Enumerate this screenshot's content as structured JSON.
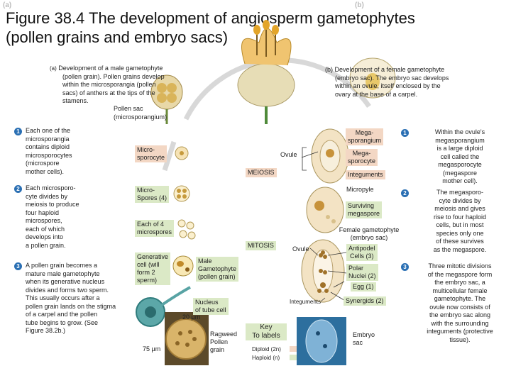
{
  "title_line1": "Figure 38.4 The development of angiosperm gametophytes",
  "title_line2": "(pollen grains and embryo sacs)",
  "faint_a": "(a)",
  "faint_b": "(b)",
  "left": {
    "intro_tag": "(a)",
    "intro": [
      "Development of a male gametophyte",
      "(pollen grain). Pollen grains develop",
      "within the microsporangia (pollen",
      "sacs) of anthers at the tips of the",
      "stamens."
    ],
    "pollen_sac": [
      "Pollen sac",
      "(microsporangium)"
    ],
    "steps": [
      {
        "n": "1",
        "lines": [
          "Each one of the",
          "microsporangia",
          "contains diploid",
          "microsporocytes",
          "(microspore",
          "mother cells)."
        ]
      },
      {
        "n": "2",
        "lines": [
          "Each microsporo-",
          "cyte divides by",
          "meiosis to produce",
          "four haploid",
          "microspores,",
          "each of which",
          "develops into",
          "a pollen grain."
        ]
      },
      {
        "n": "3",
        "lines": [
          "A pollen grain becomes a",
          "mature male gametophyte",
          "when its generative nucleus",
          "divides and forms two sperm.",
          "This usually occurs after a",
          "pollen grain lands on the stigma",
          "of a carpel and the pollen",
          "tube begins to grow. (See",
          "Figure 38.2b.)"
        ]
      }
    ]
  },
  "middle": {
    "microsporocyte": [
      "Micro-",
      "sporocyte"
    ],
    "microspores4": [
      "Micro-",
      "Spores (4)"
    ],
    "four_microspores": [
      "Each of 4",
      "microspores"
    ],
    "generative": [
      "Generative",
      "cell (will",
      "form 2",
      "sperm)"
    ],
    "male_gametophyte": [
      "Male",
      "Gametophyte",
      "(pollen grain)"
    ],
    "nucleus_tube": [
      "Nucleus",
      "of tube cell"
    ],
    "scale_20": "20 μm",
    "scale_75": "75 μm",
    "ragweed": [
      "Ragweed",
      "Pollen",
      "grain"
    ],
    "meiosis": "MEIOSIS",
    "mitosis": "MITOSIS",
    "ovule_top": "Ovule",
    "ovule_mid": "Ovule",
    "integuments_bottom": "Integuments"
  },
  "key": {
    "title": [
      "Key",
      "To labels"
    ],
    "diploid": "Diploid (2n)",
    "haploid": "Haploid (n)"
  },
  "right": {
    "intro": [
      "(b) Development of a female gametophyte",
      "(embryo sac). The embryo sac develops",
      "within an ovule, itself enclosed by the",
      "ovary at the base of a carpel."
    ],
    "megasporangium": [
      "Mega-",
      "sporangium"
    ],
    "megasporocyte": [
      "Mega-",
      "sporocyte"
    ],
    "integuments": "Integuments",
    "micropyle": "Micropyle",
    "surviving": [
      "Surviving",
      "megaspore"
    ],
    "female_gam": [
      "Female gametophyte",
      "(embryo sac)"
    ],
    "antipodel": [
      "Antipodel",
      "Cells (3)"
    ],
    "polar": [
      "Polar",
      "Nuclei (2)"
    ],
    "egg": "Egg (1)",
    "synergids": "Synergids (2)",
    "embryo_sac": [
      "Embryo",
      "sac"
    ],
    "steps": [
      {
        "n": "1",
        "lines": [
          "Within the ovule's",
          "megasporangium",
          "is a large diploid",
          "cell called the",
          "megasporocyte",
          "(megaspore",
          "mother cell)."
        ]
      },
      {
        "n": "2",
        "lines": [
          "The megasporo-",
          "cyte divides by",
          "meiosis and gives",
          "rise to four haploid",
          "cells, but in most",
          "species only one",
          "of these survives",
          "as the megaspore."
        ]
      },
      {
        "n": "3",
        "lines": [
          "Three mitotic divisions",
          "of the megaspore form",
          "the embryo sac, a",
          "multicellular female",
          "gametophyte. The",
          "ovule now consists of",
          "the embryo sac along",
          "with the surrounding",
          "integuments (protective",
          "tissue)."
        ]
      }
    ]
  },
  "colors": {
    "diploid": "#f3d7c4",
    "haploid": "#dbe9c6",
    "step_badge": "#2a6fb3"
  }
}
